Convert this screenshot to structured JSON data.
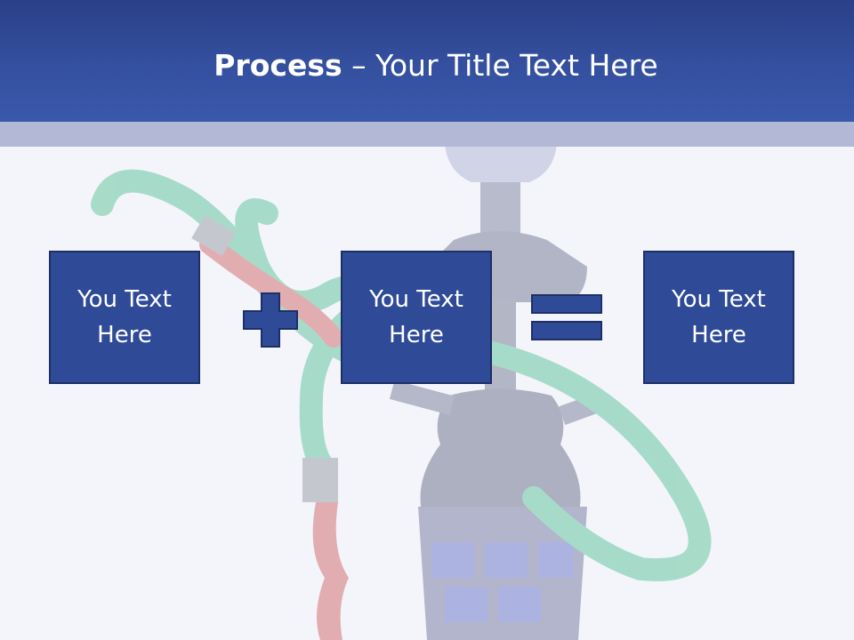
{
  "slide": {
    "title_bold": "Process",
    "title_rest": " – Your Title Text Here",
    "boxes": [
      {
        "label": "You Text Here"
      },
      {
        "label": "You Text Here"
      },
      {
        "label": "You Text Here"
      }
    ],
    "operators": [
      "plus-icon",
      "equals-icon"
    ]
  },
  "colors": {
    "header": "#34509f",
    "subband": "#b2b8d6",
    "box_fill": "#2f4b98",
    "box_border": "#1d2f66",
    "background": "#f3f5fa"
  }
}
